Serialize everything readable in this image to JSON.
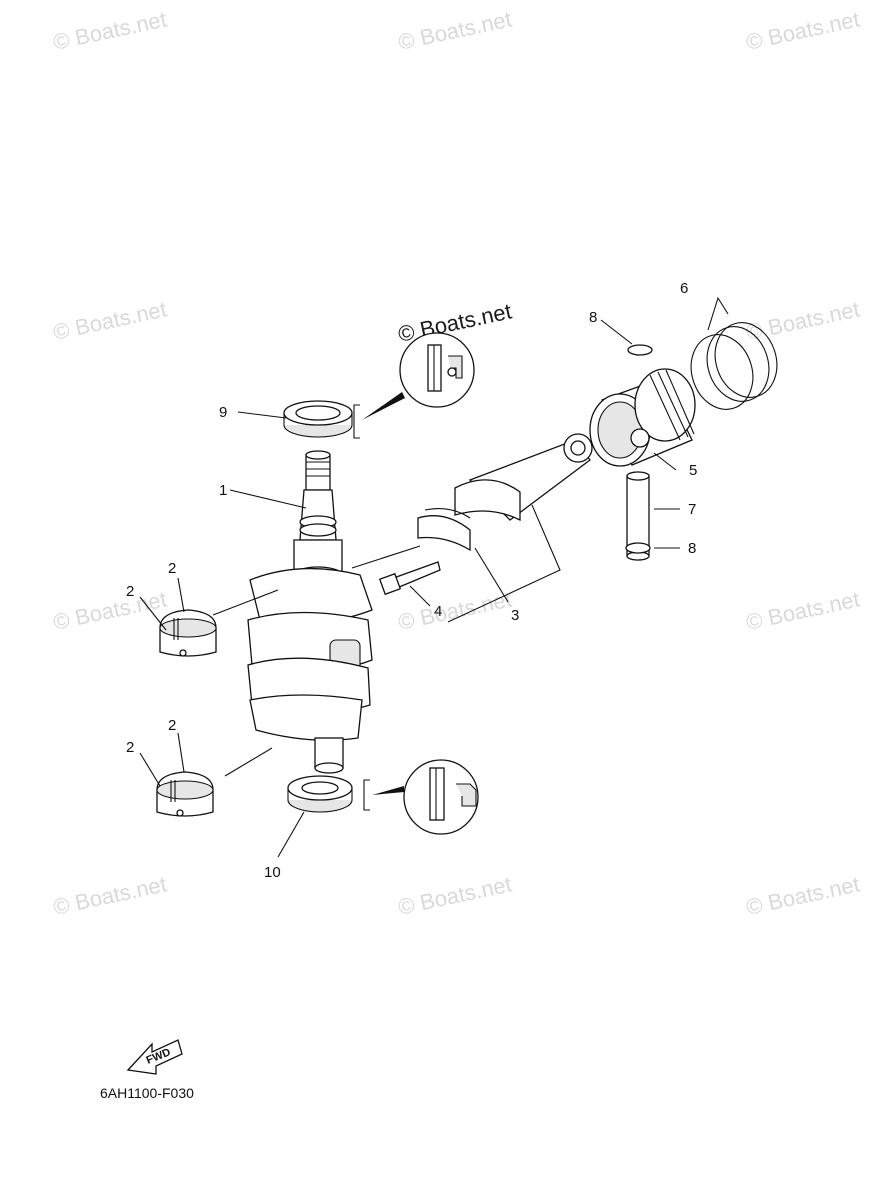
{
  "watermark": "© Boats.net",
  "detail_watermark": "© Boats.net",
  "diagram_code": "6AH1100-F030",
  "fwd_label": "FWD",
  "callouts": {
    "c1": "1",
    "c2a": "2",
    "c2b": "2",
    "c2c": "2",
    "c2d": "2",
    "c3": "3",
    "c4": "4",
    "c5": "5",
    "c6": "6",
    "c7": "7",
    "c8a": "8",
    "c8b": "8",
    "c9": "9",
    "c10": "10"
  },
  "parts": [
    {
      "ref": "1",
      "name": "crankshaft"
    },
    {
      "ref": "2",
      "name": "bearing"
    },
    {
      "ref": "3",
      "name": "connecting-rod"
    },
    {
      "ref": "4",
      "name": "bolt"
    },
    {
      "ref": "5",
      "name": "piston"
    },
    {
      "ref": "6",
      "name": "piston-ring-set"
    },
    {
      "ref": "7",
      "name": "piston-pin"
    },
    {
      "ref": "8",
      "name": "circlip"
    },
    {
      "ref": "9",
      "name": "oil-seal-upper"
    },
    {
      "ref": "10",
      "name": "oil-seal-lower"
    }
  ]
}
